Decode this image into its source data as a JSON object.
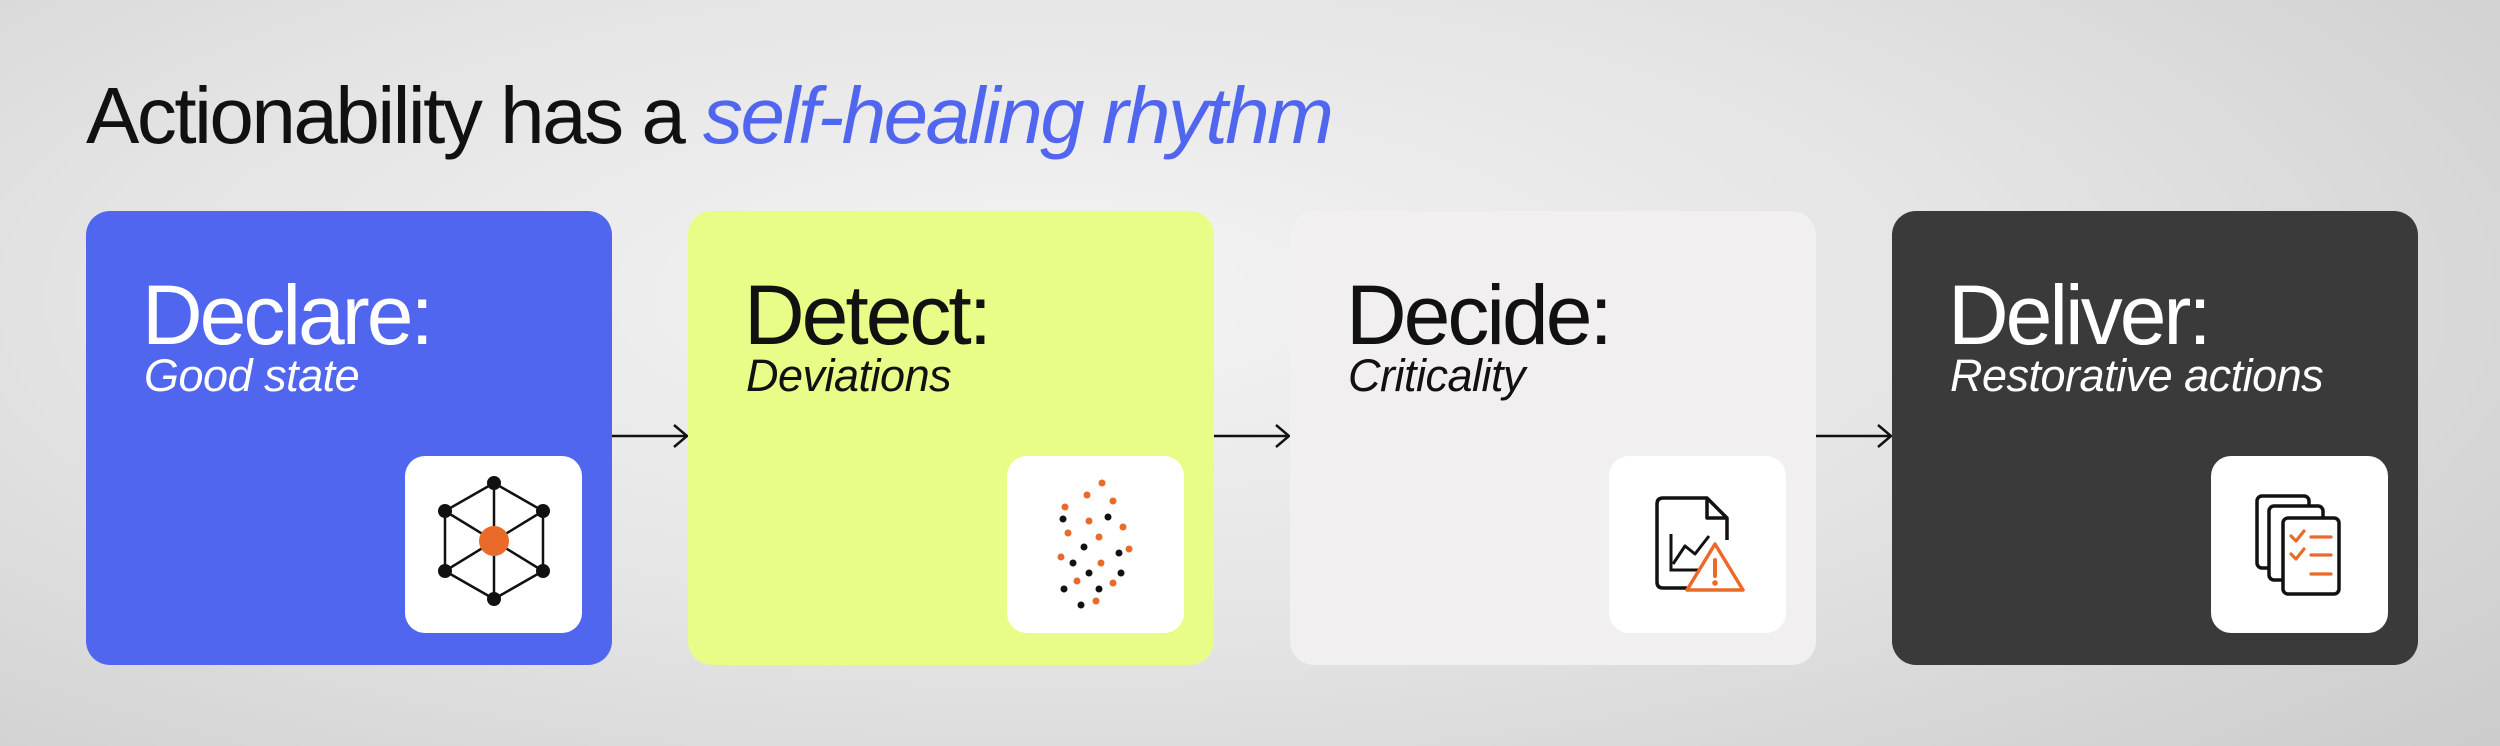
{
  "headline": {
    "prefix": "Actionability has a",
    "accent": "self-healing rhythm"
  },
  "colors": {
    "accent": "#5166ee",
    "arrow": "#111111",
    "icon_orange": "#ea6a2a",
    "icon_dark": "#111111"
  },
  "steps": [
    {
      "title": "Declare:",
      "subtitle": "Good state",
      "icon": "network-cube-icon",
      "bg": "#5166ee",
      "text": "#ffffff"
    },
    {
      "title": "Detect:",
      "subtitle": "Deviations",
      "icon": "scatter-dots-icon",
      "bg": "#e8fd87",
      "text": "#111111"
    },
    {
      "title": "Decide:",
      "subtitle": "Criticality",
      "icon": "chart-warning-icon",
      "bg": "#f1eff0",
      "text": "#111111"
    },
    {
      "title": "Deliver:",
      "subtitle": "Restorative actions",
      "icon": "checklist-stack-icon",
      "bg": "#3a3a3a",
      "text": "#ffffff"
    }
  ]
}
